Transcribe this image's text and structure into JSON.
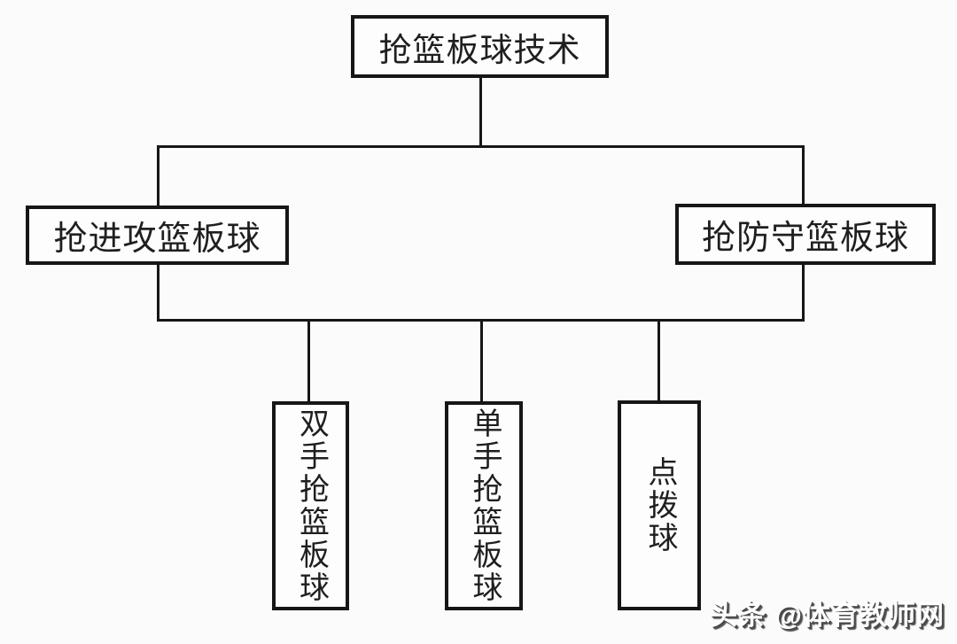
{
  "diagram": {
    "title": "抢篮板球技术",
    "type": "hierarchy-flowchart",
    "nodes": {
      "root": {
        "label": "抢篮板球技术"
      },
      "offensive": {
        "label": "抢进攻篮板球"
      },
      "defensive": {
        "label": "抢防守篮板球"
      },
      "two_hand": {
        "label": "双手抢篮板球"
      },
      "one_hand": {
        "label": "单手抢篮板球"
      },
      "tip_ball": {
        "label": "点拨球"
      }
    },
    "edges": [
      {
        "from": "root",
        "to": "offensive"
      },
      {
        "from": "root",
        "to": "defensive"
      },
      {
        "from": "root",
        "to": "two_hand"
      },
      {
        "from": "root",
        "to": "one_hand"
      },
      {
        "from": "root",
        "to": "tip_ball"
      }
    ]
  },
  "watermark": {
    "text": "头条 @体育教师网"
  },
  "colors": {
    "background": "#fbfbfb",
    "line": "#161616",
    "node_fill": "#fdfdfd",
    "text": "#1f1f1f",
    "watermark_fill": "#ffffff",
    "watermark_shadow": "#4a4a4a"
  }
}
